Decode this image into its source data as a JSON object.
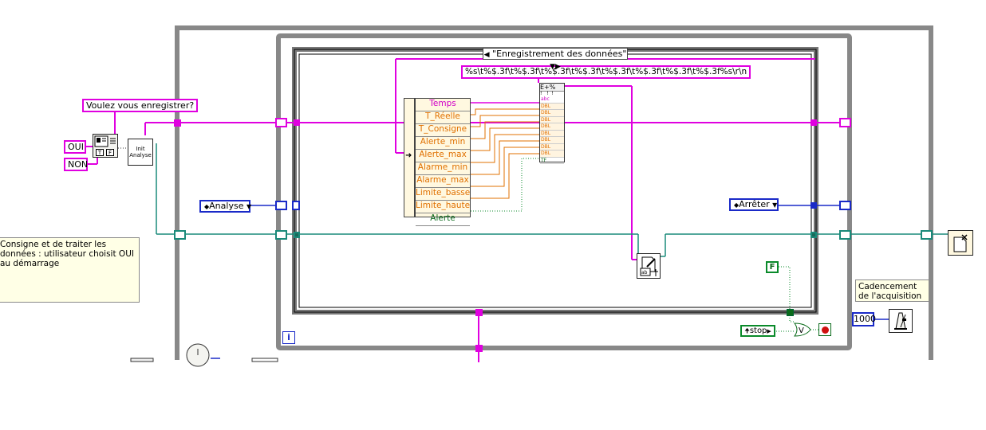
{
  "strings": {
    "prompt": "Voulez vous enregistrer?",
    "yes": "OUI",
    "no": "NON",
    "format": "%s\\t%$.3f\\t%$.3f\\t%$.3f\\t%$.3f\\t%$.3f\\t%$.3f\\t%$.3f\\t%$.3f%s\\r\\n"
  },
  "dialog_icon": {
    "true_label": "T",
    "false_label": "F"
  },
  "init_analyse": {
    "line1": "Init",
    "line2": "Analyse"
  },
  "case_selector": {
    "label": "\"Enregistrement des données\"",
    "left_arrow": "◀",
    "right_arrow": "▼▶"
  },
  "ring_analyse": {
    "label": "Analyse",
    "caret": "▼"
  },
  "ring_arreter": {
    "label": "Arrêter",
    "caret": "▼"
  },
  "cluster": {
    "elements": [
      "Temps",
      "T_Réelle",
      "T_Consigne",
      "Alerte_min",
      "Alerte_max",
      "Alarme_min",
      "Alarme_max",
      "Limite_basse",
      "Limite_haute",
      "Alerte"
    ]
  },
  "format_node": {
    "header": "E+%",
    "inputs": [
      "abc",
      "DBL",
      "DBL",
      "DBL",
      "DBL",
      "DBL",
      "DBL",
      "DBL",
      "DBL",
      "TF"
    ]
  },
  "bool_false": "F",
  "stop_control": {
    "label": "stop"
  },
  "or_gate": "V",
  "loop_index": "i",
  "wait_ms": "1000",
  "cadence_comment": "Cadencement de l'acquisition",
  "left_comment": "Consigne et de traiter les données : utilisateur choisit OUI au démarrage"
}
